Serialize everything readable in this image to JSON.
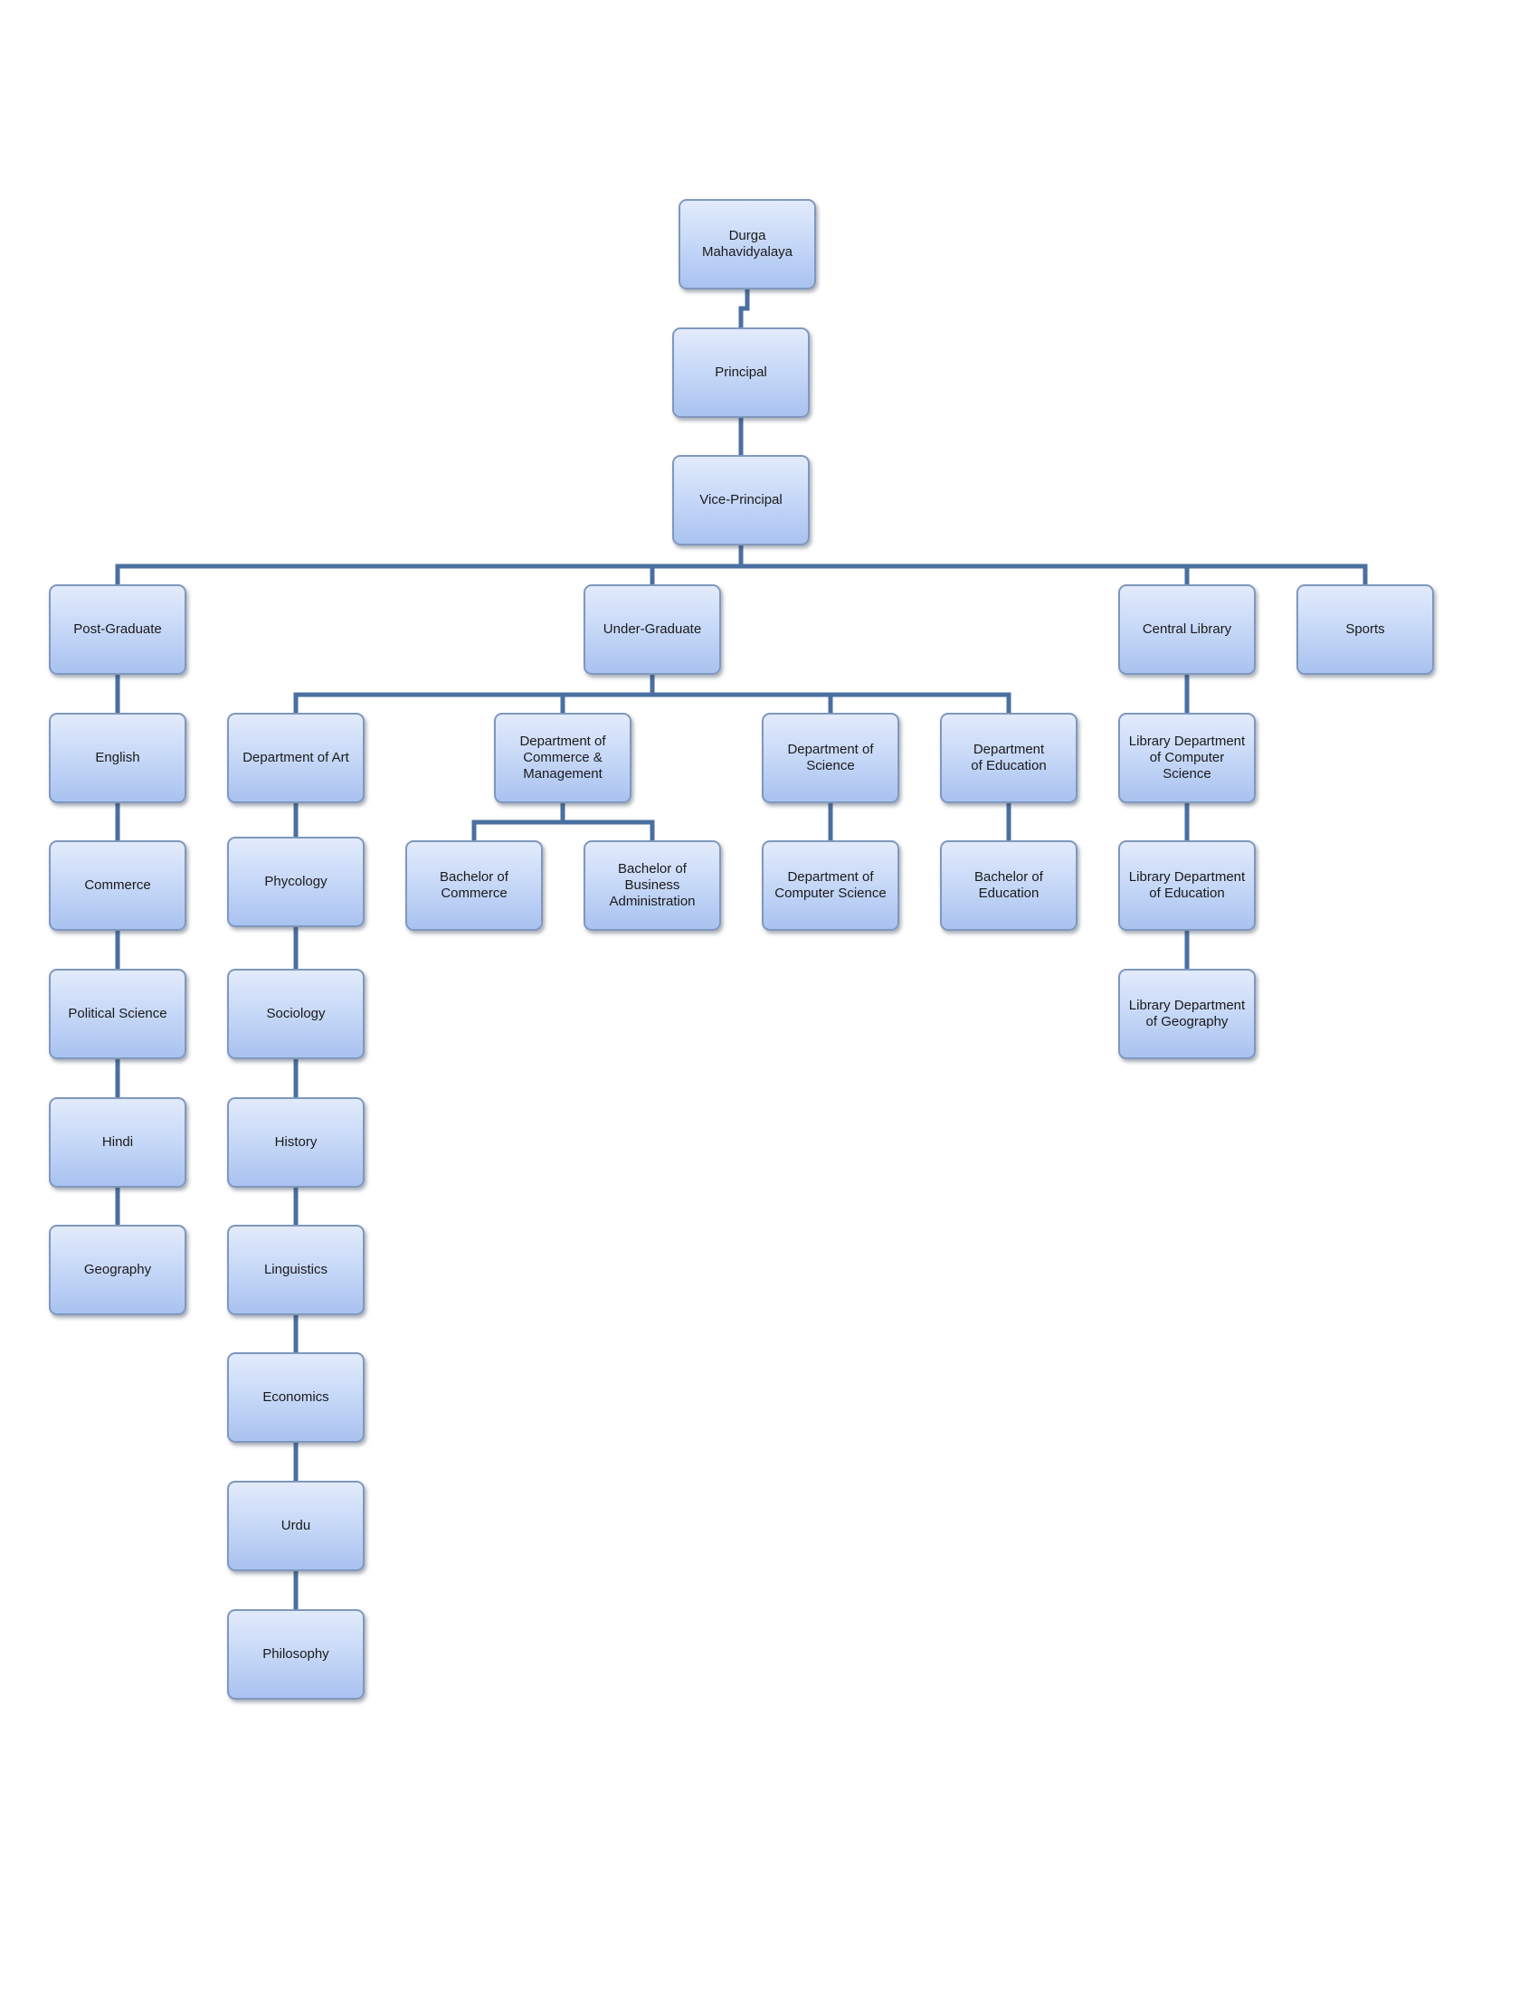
{
  "chart": {
    "nodes": [
      {
        "id": "root",
        "label": "Durga\nMahavidyalaya"
      },
      {
        "id": "principal",
        "label": "Principal"
      },
      {
        "id": "vice_principal",
        "label": "Vice-Principal"
      },
      {
        "id": "post_graduate",
        "label": "Post-Graduate"
      },
      {
        "id": "under_graduate",
        "label": "Under-Graduate"
      },
      {
        "id": "central_library",
        "label": "Central Library"
      },
      {
        "id": "sports",
        "label": "Sports"
      },
      {
        "id": "pg_english",
        "label": "English"
      },
      {
        "id": "pg_commerce",
        "label": "Commerce"
      },
      {
        "id": "pg_political_science",
        "label": "Political Science"
      },
      {
        "id": "pg_hindi",
        "label": "Hindi"
      },
      {
        "id": "pg_geography",
        "label": "Geography"
      },
      {
        "id": "dept_art",
        "label": "Department of  Art"
      },
      {
        "id": "art_phycology",
        "label": "Phycology"
      },
      {
        "id": "art_sociology",
        "label": "Sociology"
      },
      {
        "id": "art_history",
        "label": "History"
      },
      {
        "id": "art_linguistics",
        "label": "Linguistics"
      },
      {
        "id": "art_economics",
        "label": "Economics"
      },
      {
        "id": "art_urdu",
        "label": "Urdu"
      },
      {
        "id": "art_philosophy",
        "label": "Philosophy"
      },
      {
        "id": "dept_commerce",
        "label": "Department of\nCommerce &\nManagement"
      },
      {
        "id": "bachelor_commerce",
        "label": "Bachelor of\nCommerce"
      },
      {
        "id": "bachelor_business",
        "label": "Bachelor of\nBusiness\nAdministration"
      },
      {
        "id": "dept_science",
        "label": "Department of\nScience"
      },
      {
        "id": "dept_computer_science",
        "label": "Department of\nComputer Science"
      },
      {
        "id": "dept_education",
        "label": "Department\nof Education"
      },
      {
        "id": "bachelor_education",
        "label": "Bachelor of\nEducation"
      },
      {
        "id": "lib_computer_science",
        "label": "Library Department\nof Computer\nScience"
      },
      {
        "id": "lib_education",
        "label": "Library Department\nof Education"
      },
      {
        "id": "lib_geography",
        "label": "Library Department\nof Geography"
      }
    ],
    "edges": [
      [
        "root",
        "principal"
      ],
      [
        "principal",
        "vice_principal"
      ],
      [
        "vice_principal",
        "post_graduate"
      ],
      [
        "vice_principal",
        "under_graduate"
      ],
      [
        "vice_principal",
        "central_library"
      ],
      [
        "vice_principal",
        "sports"
      ],
      [
        "post_graduate",
        "pg_english"
      ],
      [
        "pg_english",
        "pg_commerce"
      ],
      [
        "pg_commerce",
        "pg_political_science"
      ],
      [
        "pg_political_science",
        "pg_hindi"
      ],
      [
        "pg_hindi",
        "pg_geography"
      ],
      [
        "under_graduate",
        "dept_art"
      ],
      [
        "under_graduate",
        "dept_commerce"
      ],
      [
        "under_graduate",
        "dept_science"
      ],
      [
        "under_graduate",
        "dept_education"
      ],
      [
        "dept_art",
        "art_phycology"
      ],
      [
        "art_phycology",
        "art_sociology"
      ],
      [
        "art_sociology",
        "art_history"
      ],
      [
        "art_history",
        "art_linguistics"
      ],
      [
        "art_linguistics",
        "art_economics"
      ],
      [
        "art_economics",
        "art_urdu"
      ],
      [
        "art_urdu",
        "art_philosophy"
      ],
      [
        "dept_commerce",
        "bachelor_commerce"
      ],
      [
        "dept_commerce",
        "bachelor_business"
      ],
      [
        "dept_science",
        "dept_computer_science"
      ],
      [
        "dept_education",
        "bachelor_education"
      ],
      [
        "central_library",
        "lib_computer_science"
      ],
      [
        "lib_computer_science",
        "lib_education"
      ],
      [
        "lib_education",
        "lib_geography"
      ]
    ],
    "colors": {
      "connector": "#4a6fa0",
      "node_border": "#7f98bd",
      "node_fill_top": "#e2ebfb",
      "node_fill_bottom": "#a9c2f0"
    }
  }
}
